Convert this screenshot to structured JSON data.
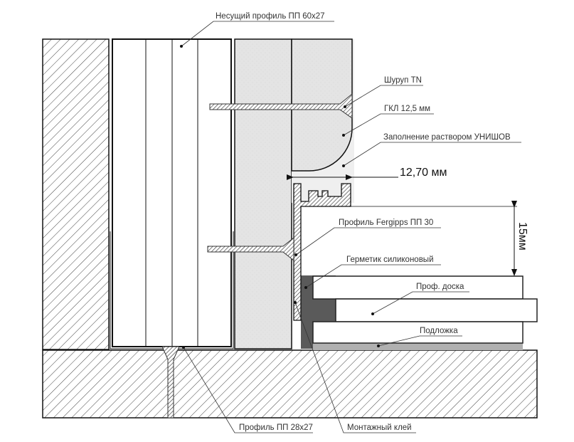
{
  "labels": {
    "carrier_profile": "Несущий профиль ПП 60x27",
    "screw": "Шуруп TN",
    "gkl": "ГКЛ 12,5 мм",
    "filling": "Заполнение раствором УНИШОВ",
    "profile_fergipps": "Профиль Fergipps ПП 30",
    "sealant": "Герметик силиконовый",
    "board": "Проф. доска",
    "underlay": "Подложка",
    "profile_28": "Профиль ПП 28x27",
    "glue": "Монтажный клей"
  },
  "dimensions": {
    "gap_width": "12,70 мм",
    "gap_height": "15мм"
  },
  "colors": {
    "gkl": "#e6e6e6",
    "filling": "#efefef",
    "sealant": "#5a5a5a",
    "underlay": "#b0b0b0",
    "line": "#111111"
  }
}
